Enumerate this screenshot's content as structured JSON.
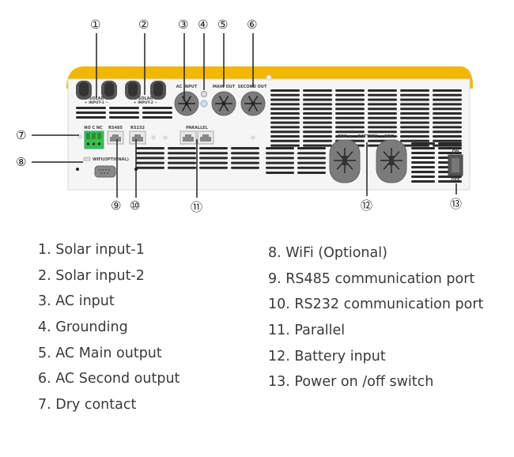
{
  "colors": {
    "housing_top": "#F2B705",
    "panel": "#F4F4F4",
    "vent": "#2a2a2a",
    "gland": "#7b7b7b",
    "terminal_green": "#3DBE4A"
  },
  "callouts": [
    "①",
    "②",
    "③",
    "④",
    "⑤",
    "⑥",
    "⑦",
    "⑧",
    "⑨",
    "⑩",
    "⑪",
    "⑫",
    "⑬"
  ],
  "panel_labels": {
    "solar_1": "SOLAR",
    "solar_1_sub": "+  INPUT-1  −",
    "solar_2": "SOLAR",
    "solar_2_sub": "+  INPUT-2  −",
    "ac_input": "AC INPUT",
    "main_out": "MAIN OUT",
    "second_out": "SECOND OUT",
    "dry_contact": "NO C NC",
    "rs485": "RS485",
    "rs232": "RS232",
    "parallel": "PARALLEL",
    "wifi": "WIFI(OPTIONAL)",
    "pos": "POS +",
    "battery": "BATTERY",
    "neg": "NEG −",
    "on": "ON",
    "off": "OFF"
  },
  "legend_left": [
    "1. Solar input-1",
    "2. Solar input-2",
    "3. AC input",
    "4. Grounding",
    "5. AC Main output",
    "6. AC Second output",
    "7. Dry contact"
  ],
  "legend_right": [
    "8. WiFi (Optional)",
    "9. RS485 communication port",
    "10. RS232 communication port",
    "11. Parallel",
    "12. Battery input",
    "13. Power on /off switch"
  ]
}
